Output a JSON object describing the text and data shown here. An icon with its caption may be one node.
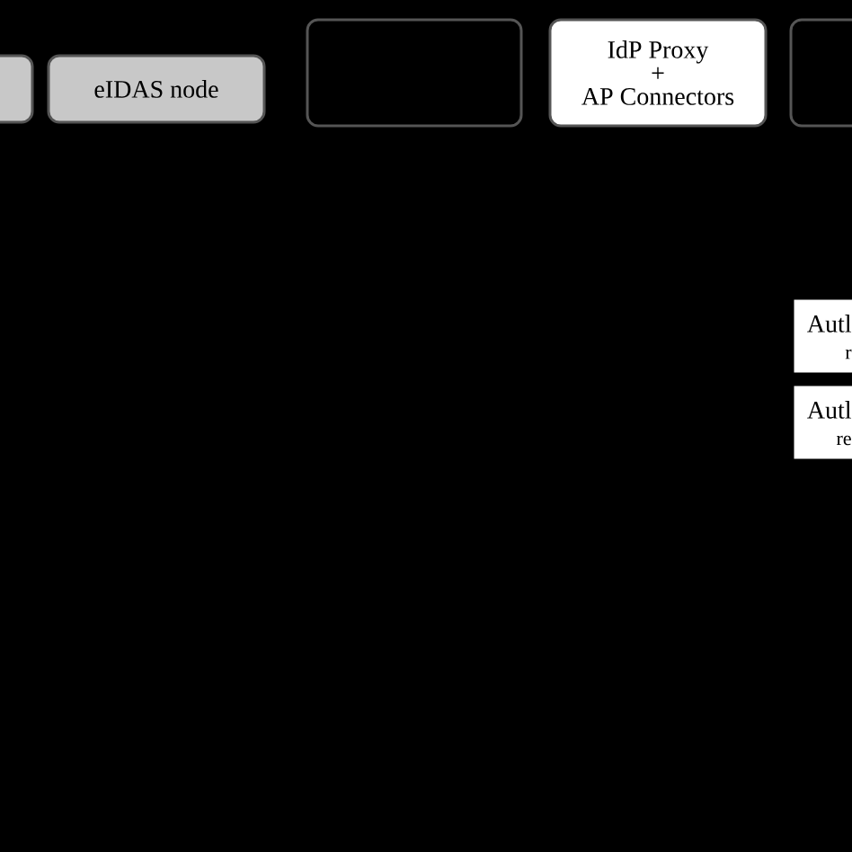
{
  "diagram": {
    "nodes": [
      {
        "text": [],
        "shape": "box"
      },
      {
        "text": [
          "eIDAS node"
        ]
      },
      {
        "text": [],
        "shape": "box"
      },
      {
        "text": [
          "IdP Proxy",
          "+",
          "AP Connectors"
        ]
      },
      {
        "text": [],
        "shape": "box"
      },
      {
        "text": [
          "Autl",
          "r"
        ]
      },
      {
        "text": [
          "Autl",
          "re"
        ]
      }
    ]
  }
}
